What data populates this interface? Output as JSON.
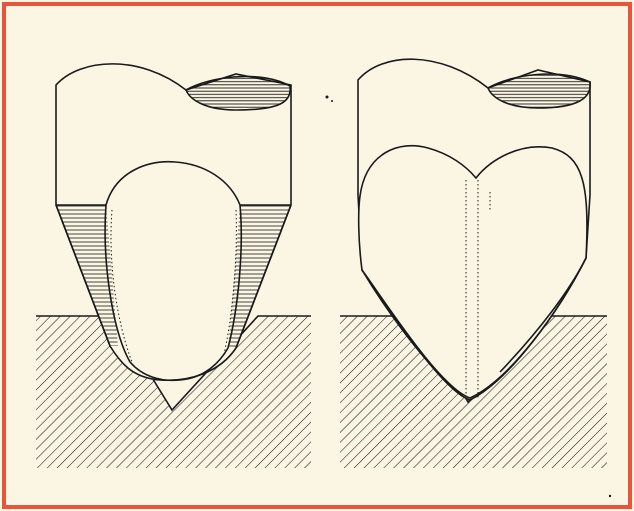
{
  "colors": {
    "frame": "#e8553a",
    "background": "#fbf6e4",
    "ink": "#1a1a1a"
  },
  "figures": [
    {
      "id": "left",
      "profile": "rounded-tip-in-v-groove"
    },
    {
      "id": "right",
      "profile": "heart-shaped-tip-in-v-groove"
    }
  ]
}
